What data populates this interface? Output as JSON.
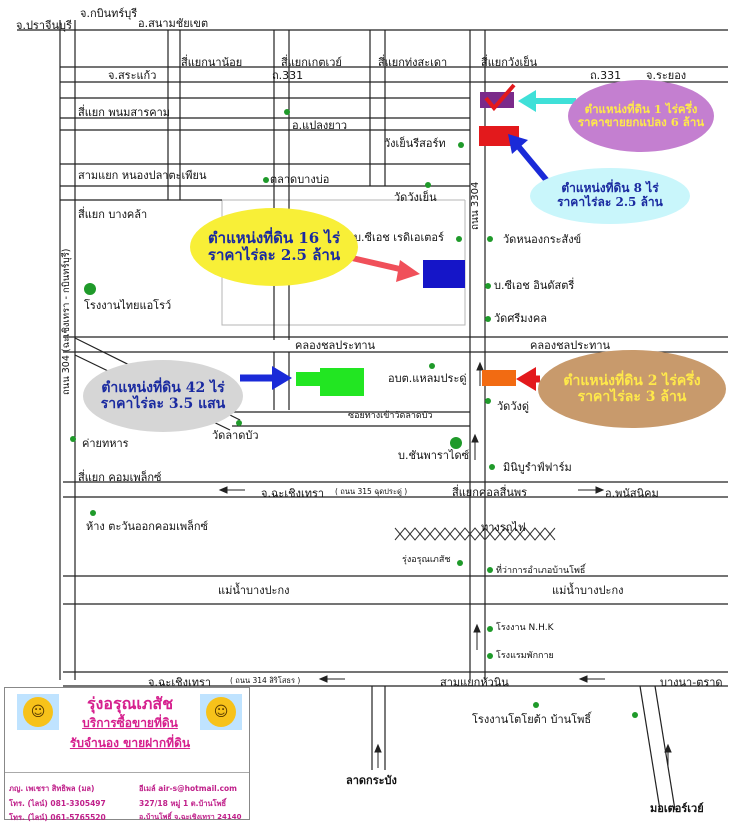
{
  "places": {
    "prachinburi": "จ.ปราจีนบุรี",
    "kabinburi": "จ.กบินทร์บุรี",
    "sanamchaiket": "อ.สนามชัยเขต",
    "sakaeo": "จ.สระแก้ว",
    "rayong": "จ.ระยอง",
    "road331_a": "ถ.331",
    "road331_b": "ถ.331",
    "jct_nanoi": "สี่แยกนาน้อย",
    "jct_katway": "สี่แยกเกตเวย์",
    "jct_thongsadao": "สี่แยกท่งสะเดา",
    "jct_wangyen": "สี่แยกวังเย็น",
    "jct_phanom": "สี่แยก พนมสารคาม",
    "plaengyao": "อ.แปลงยาว",
    "wangyen_resort": "วังเย็นรีสอร์ท",
    "jct_nongpla": "สามแยก หนองปลาตะเพียน",
    "talad_bangbo": "ตลาดบางบ่อ",
    "wat_wangyen": "วัดวังเย็น",
    "road3304": "ถนน 3304",
    "jct_bangkla": "สี่แยก บางคล้า",
    "cp_redior": "บ.ซีเอช เรดิเอเตอร์",
    "wat_nongkrasang": "วัดหนองกระสังข์",
    "road304_vertical": "ถนน 304 (ฉะเชิงเทรา - กบินทร์บุรี)",
    "thai_airo": "โรงงานไทยแอโรว์",
    "cp_industry": "บ.ซีเอช อินดัสตรี่",
    "wat_srimongkol": "วัดศรีมงคล",
    "canal_a": "คลองชลประทาน",
    "canal_b": "คลองชลประทาน",
    "obt_klaem": "อบต.แหลมประดู่",
    "wat_wangdu": "วัดวังดู่",
    "soi_watlatbua": "ซอยทางเข้าวัดลาดบัว",
    "wat_latbua": "วัดลาดบัว",
    "khai_thahan": "ค่ายทหาร",
    "chanpa": "บ.ชันพาราไดซ์",
    "miniature": "มินิบูรำฟ์ฟาร์ม",
    "jct_complex": "สี่แยก คอมเพล็กซ์",
    "chachoengsao_a": "จ.ฉะเชิงเทรา",
    "road315": "( ถนน 315 ฉุดประดู่ )",
    "jct_kolsaen": "สี่แยกคอลสี่นพร",
    "phanat": "อ.พนัสนิคม",
    "complex_mall": "ห้าง ตะวันออกคอมเพล็กซ์",
    "railway": "ทางรถไฟ",
    "rung_orun": "รุ่งอรุณเภสัช",
    "banpho_office": "ที่ว่าการอำเภอบ้านโพธิ์",
    "river_a": "แม่น้ำบางปะกง",
    "river_b": "แม่น้ำบางปะกง",
    "nhk": "โรงงาน N.H.K",
    "pakkai": "โรงแรมพักกาย",
    "chachoengsao_b": "จ.ฉะเชิงเทรา",
    "road314": "( ถนน 314 สิริโสธร )",
    "jct_huanin": "สามแยกหัวนิน",
    "bangna": "บางนา-ตราด",
    "toyota": "โรงงานโตโยต้า บ้านโพธิ์",
    "latkrabang": "ลาดกระบัง",
    "motorway": "มอเตอร์เวย์"
  },
  "plots": [
    {
      "line1": "ตำแหน่งที่ดิน 1 ไร่ครึ่ง",
      "line2": "ราคาขายยกแปลง 6 ล้าน",
      "bg": "#c47fd0",
      "fg": "#ffe94a"
    },
    {
      "line1": "ตำแหน่งที่ดิน 8 ไร่",
      "line2": "ราคาไร่ละ 2.5 ล้าน",
      "bg": "#c9f6fb",
      "fg": "#1a2aa0"
    },
    {
      "line1": "ตำแหน่งที่ดิน 16 ไร่",
      "line2": "ราคาไร่ละ 2.5 ล้าน",
      "bg": "#f8ef37",
      "fg": "#1a2aa0"
    },
    {
      "line1": "ตำแหน่งที่ดิน 42 ไร่",
      "line2": "ราคาไร่ละ 3.5 แสน",
      "bg": "#d6d6d6",
      "fg": "#1a2aa0"
    },
    {
      "line1": "ตำแหน่งที่ดิน 2 ไร่ครึ่ง",
      "line2": "ราคาไร่ละ 3 ล้าน",
      "bg": "#c89a6c",
      "fg": "#ffe94a"
    }
  ],
  "info": {
    "title": "รุ่งอรุณเภสัช",
    "service1": "บริการซื้อขายที่ดิน",
    "service2": "รับจำนอง ขายฝากที่ดิน",
    "pharmacist": "ภญ. เพเชรา สิทธิพล (มล)",
    "phone1": "โทร. (ไลน์) 081-3305497",
    "phone2": "โทร. (ไลน์) 061-5765520",
    "email": "อีเมล์ air-s@hotmail.com",
    "address1": "327/18 หมู่ 1 ต.บ้านโพธิ์",
    "address2": "อ.บ้านโพธิ์ จ.ฉะเชิงเทรา 24140"
  },
  "colors": {
    "plot_purple": "#7b2a8a",
    "plot_red": "#e3191c",
    "plot_blue": "#1515c8",
    "plot_green": "#22e622",
    "plot_orange": "#f26b12",
    "arrow_cyan": "#3fe0d8",
    "arrow_blue": "#1a2ad8",
    "arrow_red": "#f0505a",
    "dot_green": "#1f9a2a",
    "title_magenta": "#d6208e"
  }
}
